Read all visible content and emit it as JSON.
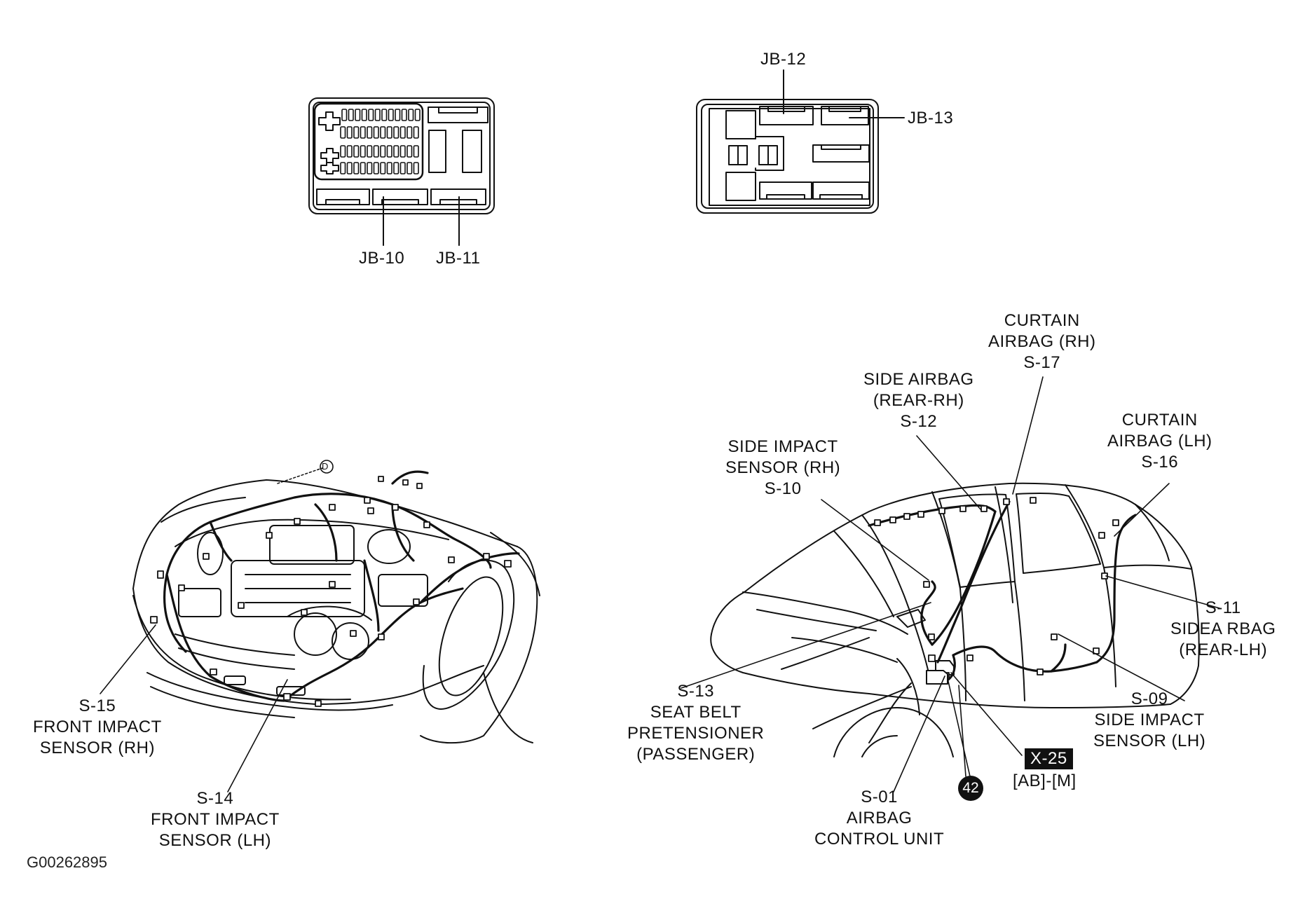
{
  "junction_boxes": {
    "left_box": {
      "labels": [
        "JB-10",
        "JB-11"
      ]
    },
    "right_box": {
      "labels": [
        "JB-12",
        "JB-13"
      ]
    }
  },
  "components": {
    "s17": {
      "lines": [
        "CURTAIN",
        "AIRBAG (RH)",
        "S-17"
      ]
    },
    "s12": {
      "lines": [
        "SIDE AIRBAG",
        "(REAR-RH)",
        "S-12"
      ]
    },
    "s16": {
      "lines": [
        "CURTAIN",
        "AIRBAG (LH)",
        "S-16"
      ]
    },
    "s10": {
      "lines": [
        "SIDE IMPACT",
        "SENSOR (RH)",
        "S-10"
      ]
    },
    "s11": {
      "lines": [
        "S-11",
        "SIDEA RBAG",
        "(REAR-LH)"
      ]
    },
    "s13": {
      "lines": [
        "S-13",
        "SEAT BELT",
        "PRETENSIONER",
        "(PASSENGER)"
      ]
    },
    "s09": {
      "lines": [
        "S-09",
        "SIDE IMPACT",
        "SENSOR (LH)"
      ]
    },
    "s01": {
      "lines": [
        "S-01",
        "AIRBAG",
        "CONTROL UNIT"
      ]
    },
    "s15": {
      "lines": [
        "S-15",
        "FRONT IMPACT",
        "SENSOR (RH)"
      ]
    },
    "s14": {
      "lines": [
        "S-14",
        "FRONT IMPACT",
        "SENSOR (LH)"
      ]
    }
  },
  "connector": {
    "code": "X-25",
    "system": "[AB]-[M]",
    "ground_number": "42"
  },
  "marker_d": "D",
  "reference_id": "G00262895"
}
